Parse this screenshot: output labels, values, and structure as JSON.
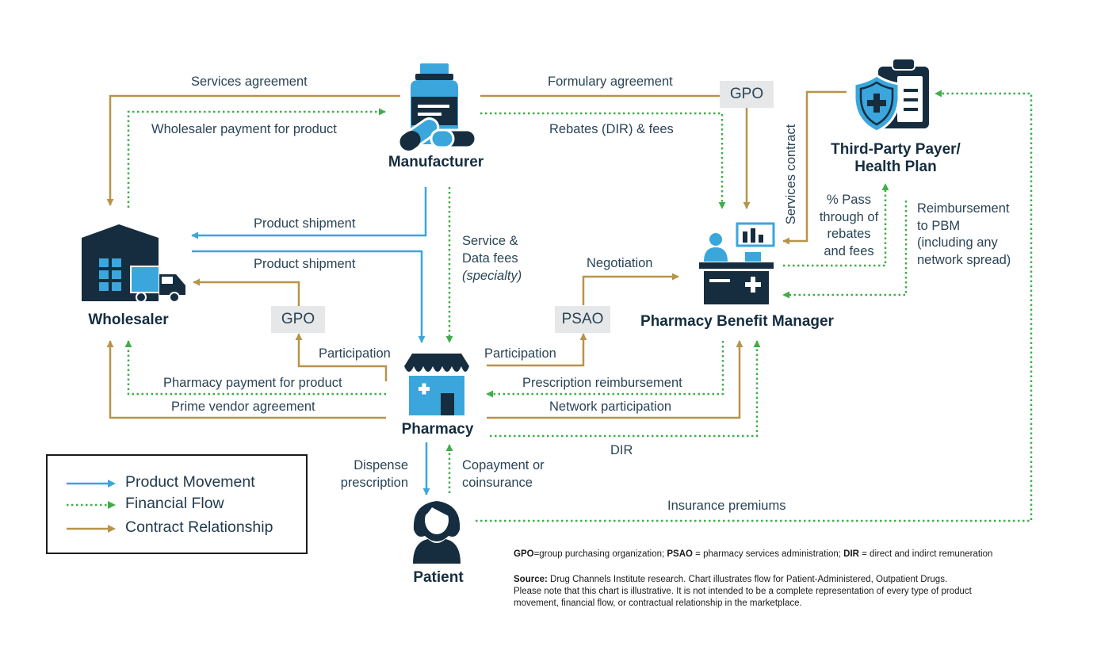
{
  "nodes": {
    "manufacturer": "Manufacturer",
    "wholesaler": "Wholesaler",
    "pharmacy": "Pharmacy",
    "pbm": "Pharmacy Benefit Manager",
    "payer_line1": "Third-Party Payer/",
    "payer_line2": "Health Plan",
    "patient": "Patient"
  },
  "boxes": {
    "gpo_top": "GPO",
    "gpo_mid": "GPO",
    "psao": "PSAO"
  },
  "labels": {
    "services_agreement": "Services agreement",
    "wholesaler_payment": "Wholesaler payment for product",
    "formulary_agreement": "Formulary agreement",
    "rebates_fees": "Rebates (DIR) & fees",
    "product_shipment_1": "Product shipment",
    "product_shipment_2": "Product shipment",
    "service_data_fees_1": "Service &",
    "service_data_fees_2": "Data fees",
    "service_data_fees_3": "(specialty)",
    "negotiation": "Negotiation",
    "services_contract": "Services contract",
    "pass_through_1": "% Pass",
    "pass_through_2": "through of",
    "pass_through_3": "rebates",
    "pass_through_4": "and fees",
    "reimbursement_pbm_1": "Reimbursement",
    "reimbursement_pbm_2": "to PBM",
    "reimbursement_pbm_3": "(including any",
    "reimbursement_pbm_4": "network spread)",
    "participation_left": "Participation",
    "participation_right": "Participation",
    "pharmacy_payment": "Pharmacy payment for product",
    "prime_vendor": "Prime vendor agreement",
    "prescription_reimbursement": "Prescription reimbursement",
    "network_participation": "Network participation",
    "dir": "DIR",
    "dispense_1": "Dispense",
    "dispense_2": "prescription",
    "copayment_1": "Copayment or",
    "copayment_2": "coinsurance",
    "insurance_premiums": "Insurance premiums"
  },
  "legend": {
    "product_movement": "Product Movement",
    "financial_flow": "Financial Flow",
    "contract_relationship": "Contract Relationship"
  },
  "footnotes": {
    "gpo_abbr": "GPO",
    "gpo_def": "=group purchasing organization; ",
    "psao_abbr": "PSAO",
    "psao_def": " = pharmacy services administration; ",
    "dir_abbr": "DIR",
    "dir_def": " = direct and indirct remuneration",
    "source_label": "Source:",
    "source_text": " Drug Channels Institute research. Chart illustrates flow for Patient-Administered, Outpatient Drugs.",
    "note_line1": "Please note that this chart is illustrative. It is not intended to be a complete representation of every type of product",
    "note_line2": "movement, financial flow, or contractual relationship in the marketplace."
  },
  "colors": {
    "product_movement": "#3aa6dc",
    "financial_flow": "#3fae49",
    "contract_relationship": "#b8934a",
    "icon_dark": "#152d3f",
    "icon_blue": "#3aa6dc"
  },
  "icons": {
    "manufacturer": "medicine-bottle-icon",
    "wholesaler": "warehouse-truck-icon",
    "pharmacy": "pharmacy-store-icon",
    "pbm": "pbm-desk-icon",
    "payer": "shield-clipboard-icon",
    "patient": "patient-person-icon"
  }
}
